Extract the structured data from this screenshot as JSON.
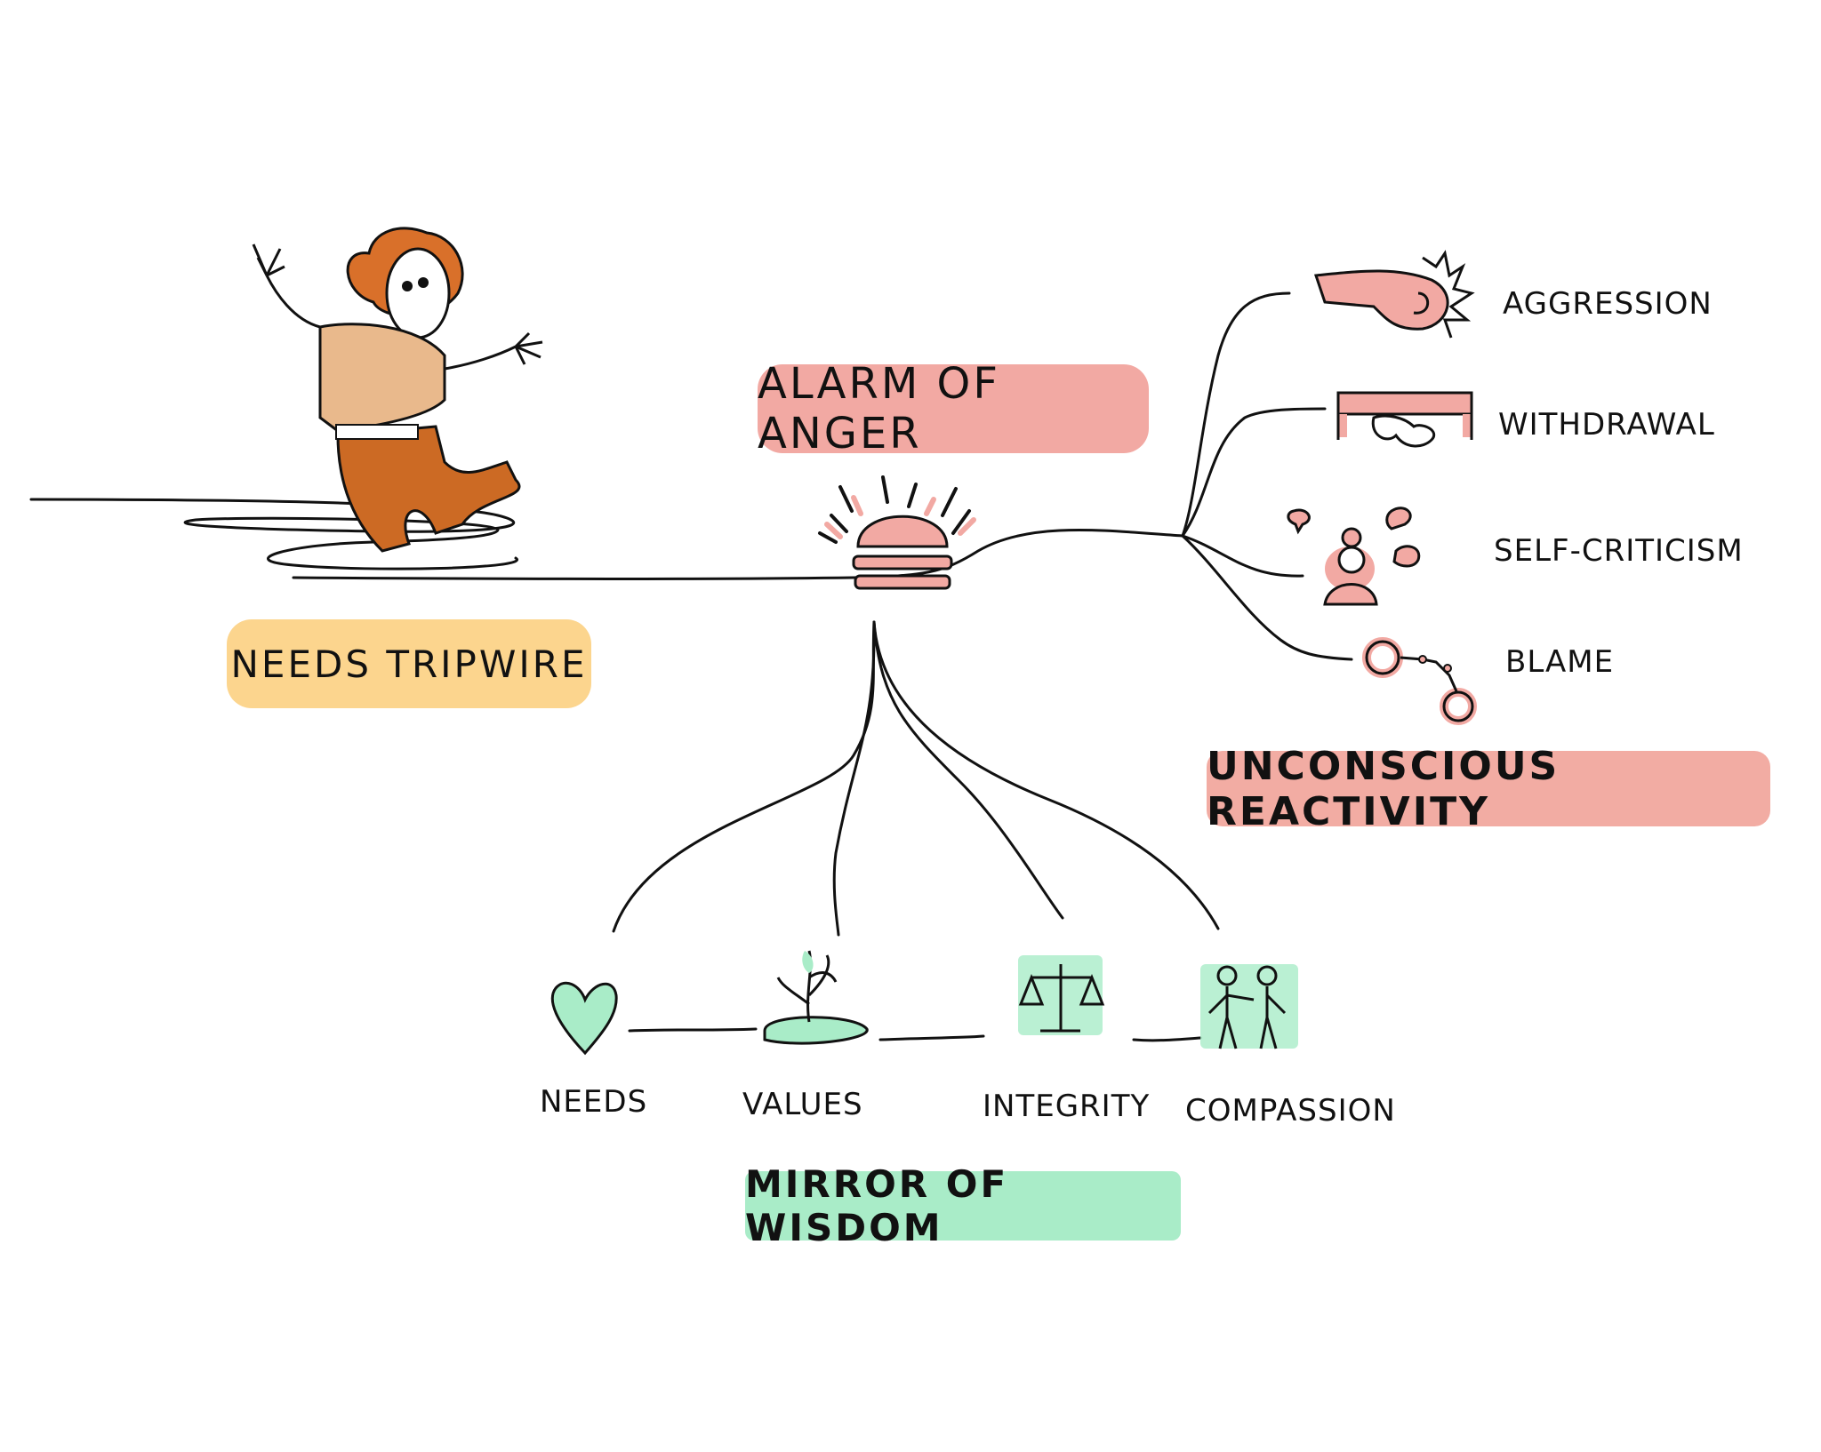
{
  "center": {
    "label": "ALARM OF ANGER"
  },
  "left": {
    "label": "NEEDS TRIPWIRE"
  },
  "reactivity": {
    "title": "UNCONSCIOUS REACTIVITY",
    "items": [
      {
        "label": "AGGRESSION",
        "icon": "pointing-fist-icon"
      },
      {
        "label": "WITHDRAWAL",
        "icon": "hiding-under-table-icon"
      },
      {
        "label": "SELF-CRITICISM",
        "icon": "self-talk-person-icon"
      },
      {
        "label": "BLAME",
        "icon": "handcuffs-icon"
      }
    ]
  },
  "wisdom": {
    "title": "MIRROR OF WISDOM",
    "items": [
      {
        "label": "NEEDS",
        "icon": "heart-icon"
      },
      {
        "label": "VALUES",
        "icon": "sprout-icon"
      },
      {
        "label": "INTEGRITY",
        "icon": "scales-icon"
      },
      {
        "label": "COMPASSION",
        "icon": "two-people-icon"
      }
    ]
  },
  "colors": {
    "anger": "#f2a9a3",
    "tripwire": "#fcd58e",
    "wisdom": "#a9ecc8",
    "figure_shirt": "#e9b98c",
    "figure_pants": "#cc6a24",
    "figure_hair": "#d9702a"
  }
}
